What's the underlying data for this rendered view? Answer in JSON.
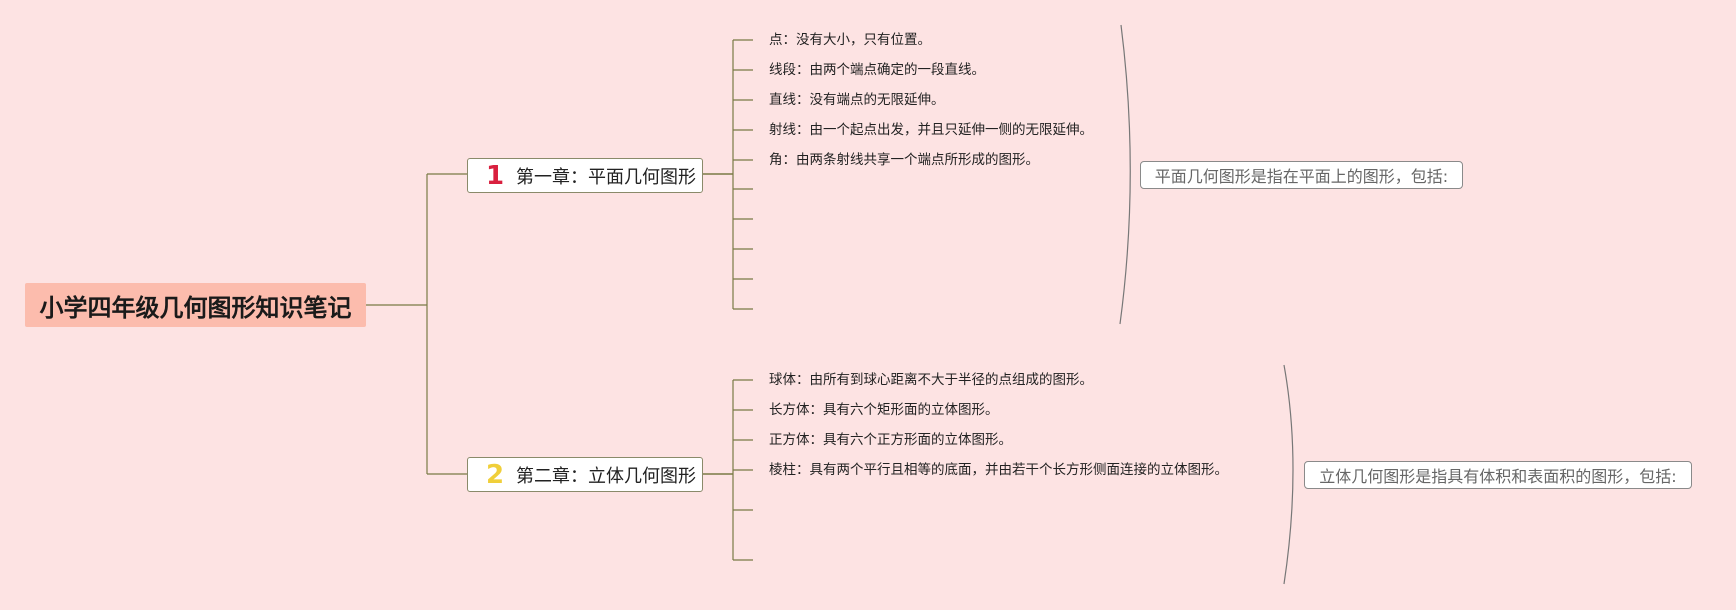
{
  "root": {
    "title": "小学四年级几何图形知识笔记"
  },
  "chapters": [
    {
      "number": "1",
      "title": "第一章：平面几何图形",
      "items": [
        "点：没有大小，只有位置。",
        "线段：由两个端点确定的一段直线。",
        "直线：没有端点的无限延伸。",
        "射线：由一个起点出发，并且只延伸一侧的无限延伸。",
        "角：由两条射线共享一个端点所形成的图形。"
      ],
      "summary": "平面几何图形是指在平面上的图形，包括:"
    },
    {
      "number": "2",
      "title": "第二章：立体几何图形",
      "items": [
        "球体：由所有到球心距离不大于半径的点组成的图形。",
        "长方体：具有六个矩形面的立体图形。",
        "正方体：具有六个正方形面的立体图形。",
        "棱柱：具有两个平行且相等的底面，并由若干个长方形侧面连接的立体图形。"
      ],
      "summary": "立体几何图形是指具有体积和表面积的图形，包括:"
    }
  ],
  "colors": {
    "background": "#fde3e3",
    "root_fill": "#fcbcad",
    "connector": "#7a7a45",
    "chapter1_number": "#d9203f",
    "chapter2_number": "#f0cf3a"
  }
}
